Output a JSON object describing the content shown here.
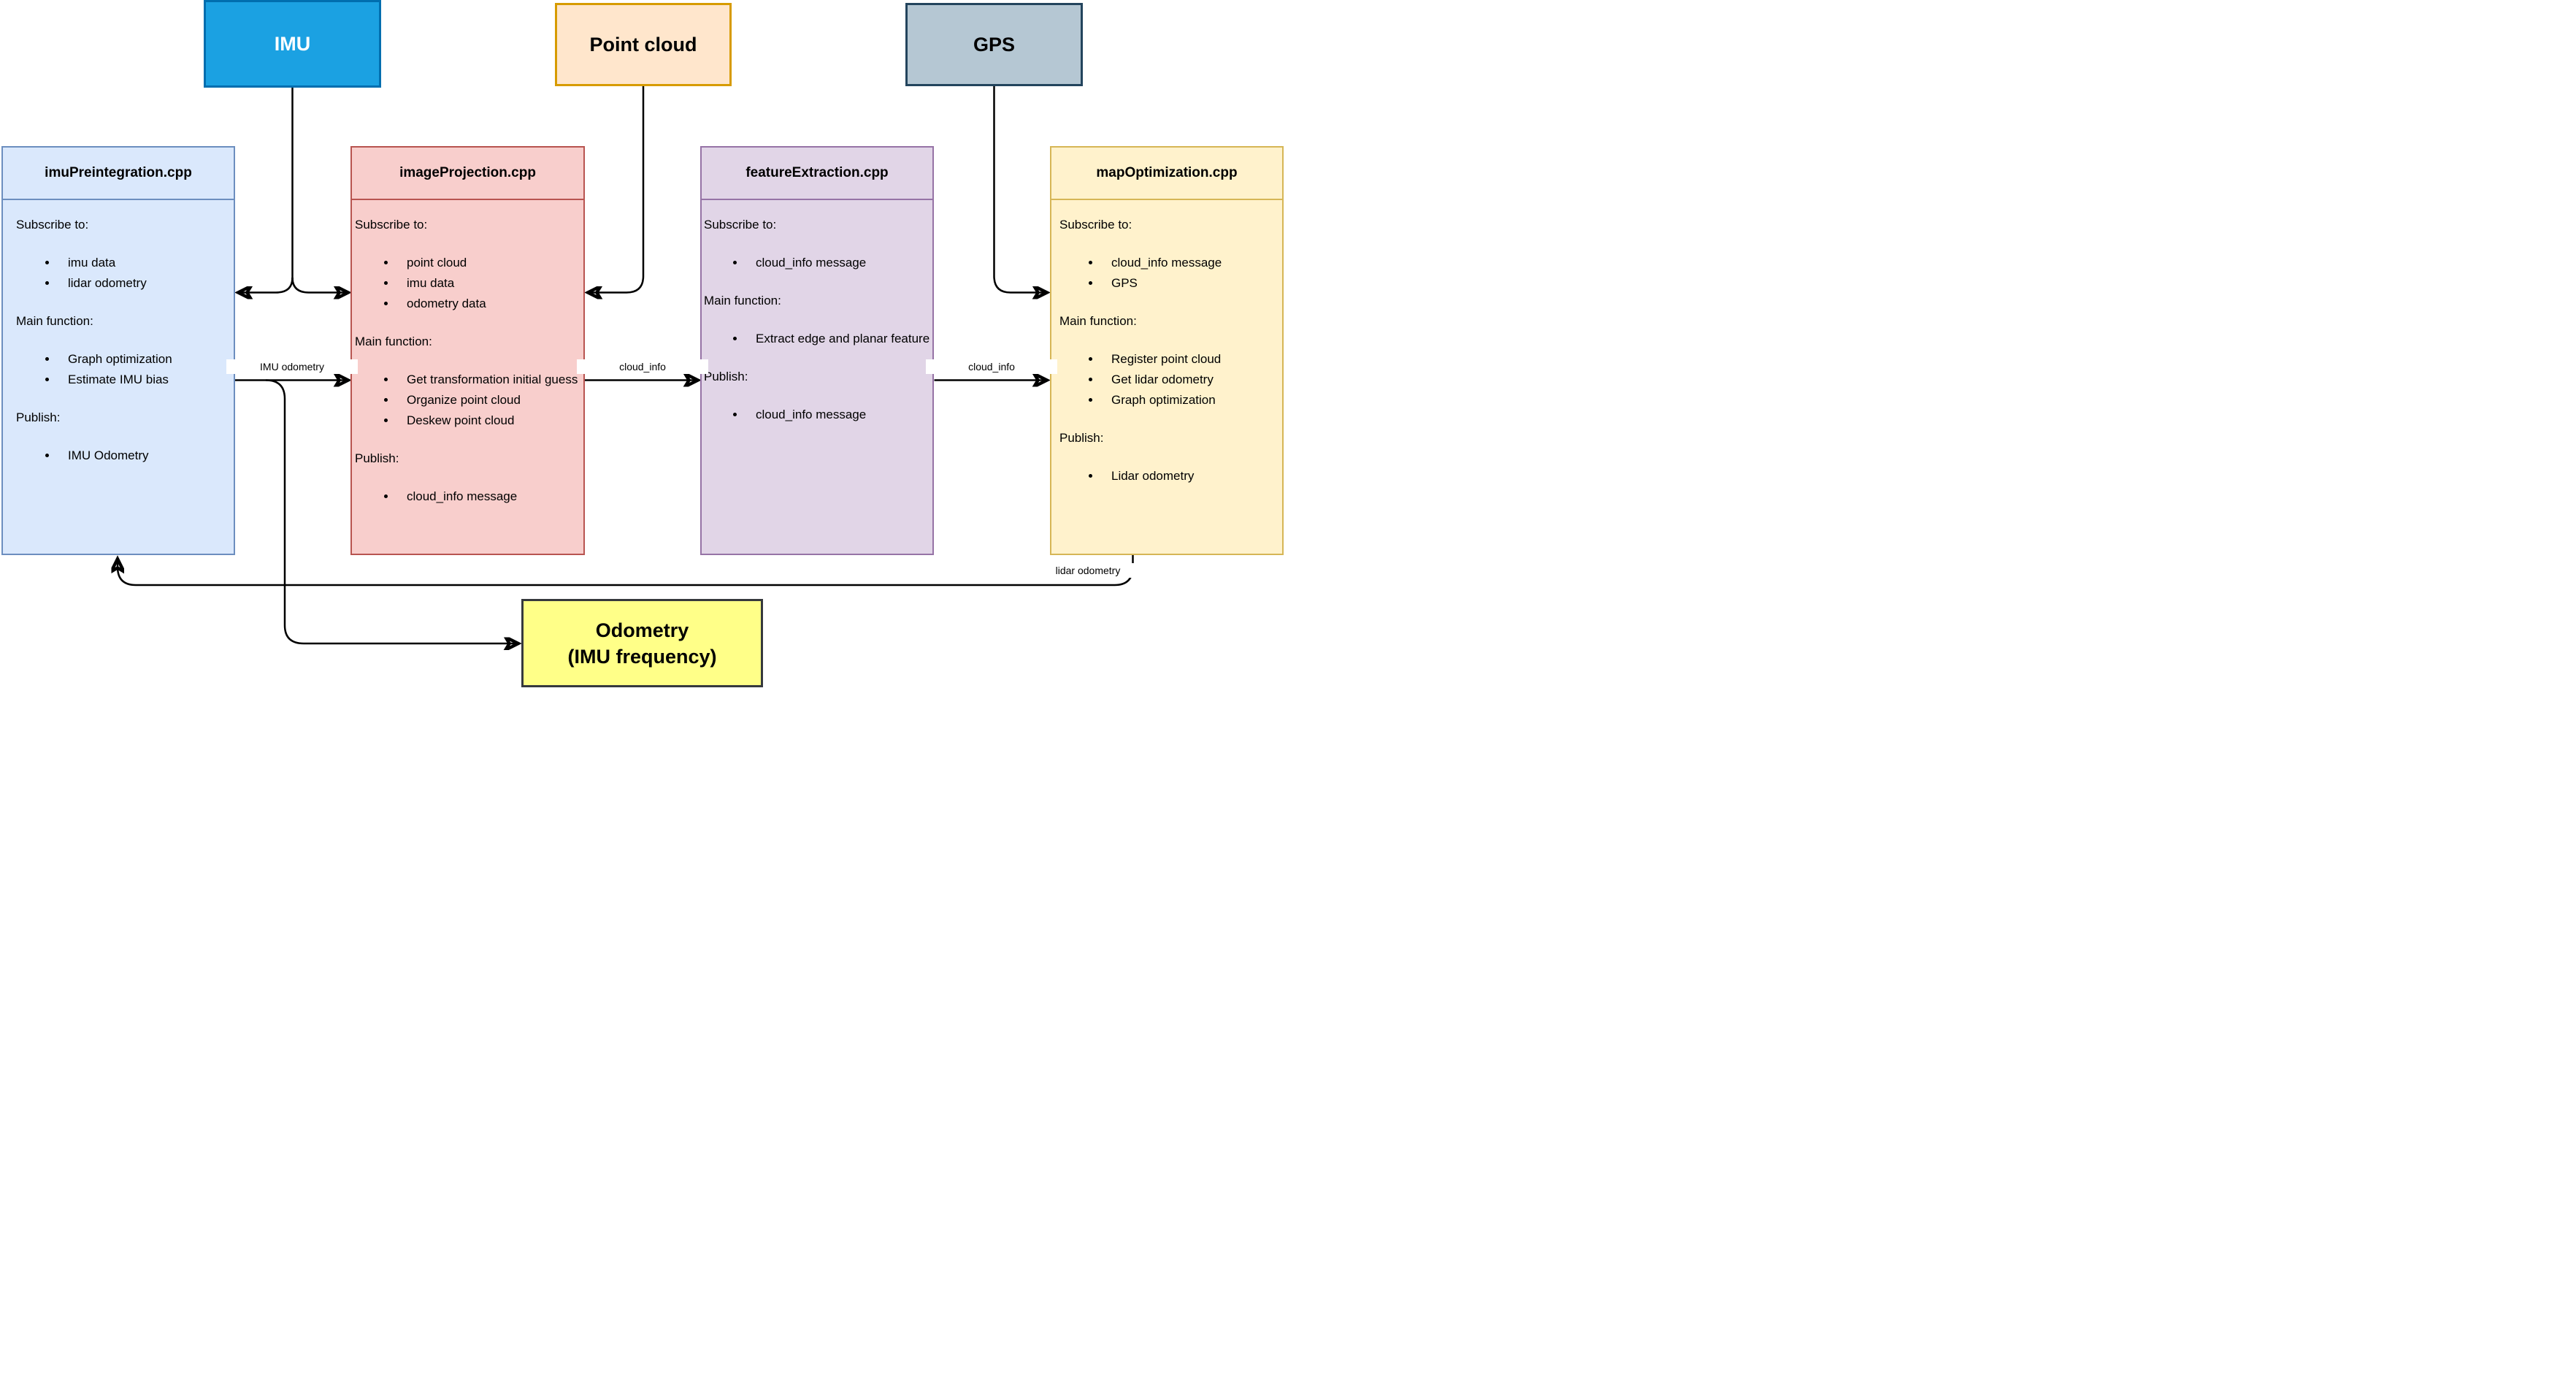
{
  "sources": {
    "imu": "IMU",
    "point_cloud": "Point cloud",
    "gps": "GPS"
  },
  "section_headings": {
    "subscribe": "Subscribe to:",
    "main": "Main function:",
    "publish": "Publish:"
  },
  "modules": [
    {
      "title": "imuPreintegration.cpp",
      "subscribe": [
        "imu data",
        "lidar odometry"
      ],
      "main": [
        "Graph optimization",
        "Estimate IMU bias"
      ],
      "publish": [
        "IMU Odometry"
      ]
    },
    {
      "title": "imageProjection.cpp",
      "subscribe": [
        "point cloud",
        "imu data",
        "odometry data"
      ],
      "main": [
        "Get transformation initial guess",
        "Organize point cloud",
        "Deskew point cloud"
      ],
      "publish": [
        "cloud_info message"
      ]
    },
    {
      "title": "featureExtraction.cpp",
      "subscribe": [
        "cloud_info message"
      ],
      "main": [
        "Extract edge and planar feature"
      ],
      "publish": [
        "cloud_info message"
      ]
    },
    {
      "title": "mapOptimization.cpp",
      "subscribe": [
        "cloud_info message",
        "GPS"
      ],
      "main": [
        "Register point cloud",
        "Get lidar odometry",
        "Graph optimization"
      ],
      "publish": [
        "Lidar odometry"
      ]
    }
  ],
  "output_box": {
    "line1": "Odometry",
    "line2": "(IMU frequency)"
  },
  "edge_labels": {
    "imu_odometry": "IMU odometry",
    "cloud_info_1_2": "cloud_info",
    "cloud_info_2_3": "cloud_info",
    "lidar_odometry": "lidar odometry"
  },
  "colors": {
    "imu_fill": "#1BA1E2",
    "imu_stroke": "#006EAF",
    "pc_fill": "#FFE6CC",
    "pc_stroke": "#D79B00",
    "gps_fill": "#B5C7D3",
    "gps_stroke": "#23445D",
    "m1_fill": "#DAE8FC",
    "m1_stroke": "#6C8EBF",
    "m2_fill": "#F8CECC",
    "m2_stroke": "#B85450",
    "m3_fill": "#E1D5E7",
    "m3_stroke": "#9673A6",
    "m4_fill": "#FFF2CC",
    "m4_stroke": "#D6B656",
    "out_fill": "#FFFF88",
    "out_stroke": "#36393D",
    "arrow": "#000000"
  }
}
